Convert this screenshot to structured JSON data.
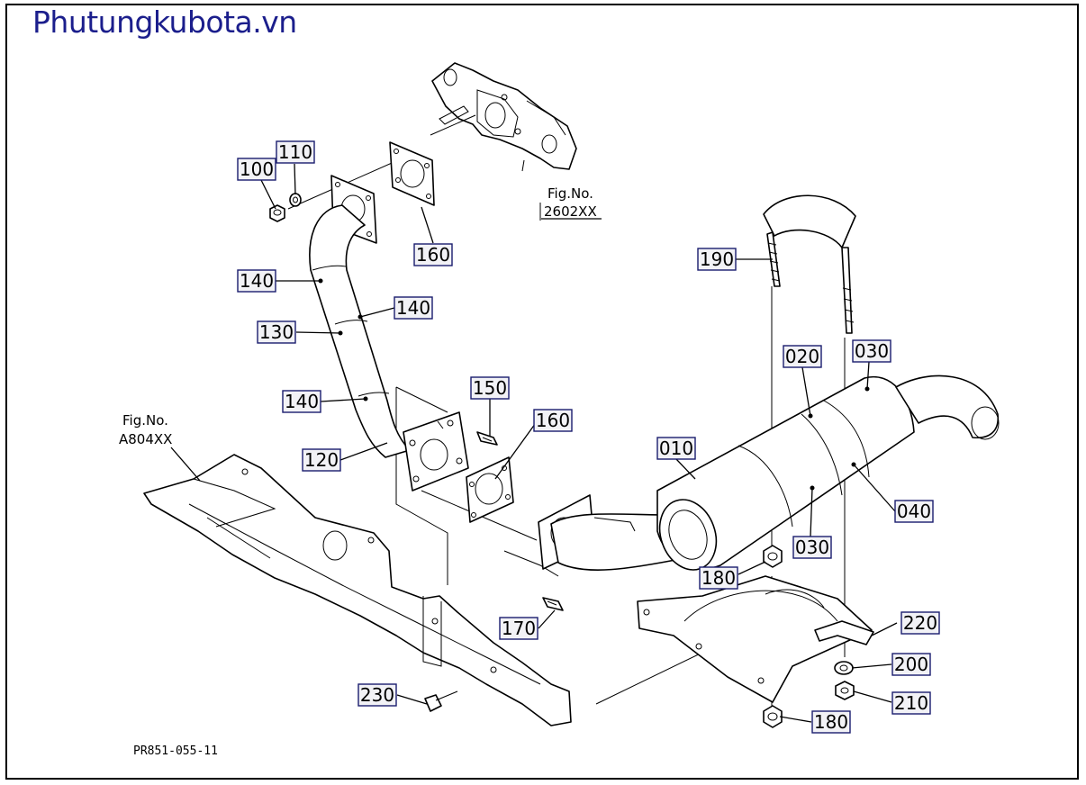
{
  "site": {
    "title": "Phutungkubota.vn"
  },
  "parts": [
    {
      "id": "part-100",
      "label": "100"
    },
    {
      "id": "part-110",
      "label": "110"
    },
    {
      "id": "part-160-top",
      "label": "160"
    },
    {
      "id": "part-140-a",
      "label": "140"
    },
    {
      "id": "part-140-b",
      "label": "140"
    },
    {
      "id": "part-130",
      "label": "130"
    },
    {
      "id": "part-140-c",
      "label": "140"
    },
    {
      "id": "part-150",
      "label": "150"
    },
    {
      "id": "part-160-mid",
      "label": "160"
    },
    {
      "id": "part-120",
      "label": "120"
    },
    {
      "id": "part-190",
      "label": "190"
    },
    {
      "id": "part-020",
      "label": "020"
    },
    {
      "id": "part-030-top",
      "label": "030"
    },
    {
      "id": "part-010",
      "label": "010"
    },
    {
      "id": "part-040",
      "label": "040"
    },
    {
      "id": "part-030-bottom",
      "label": "030"
    },
    {
      "id": "part-180-a",
      "label": "180"
    },
    {
      "id": "part-170",
      "label": "170"
    },
    {
      "id": "part-220",
      "label": "220"
    },
    {
      "id": "part-200",
      "label": "200"
    },
    {
      "id": "part-230",
      "label": "230"
    },
    {
      "id": "part-210",
      "label": "210"
    },
    {
      "id": "part-180-b",
      "label": "180"
    }
  ],
  "figure_refs": {
    "top": {
      "line1": "Fig.No.",
      "line2": "2602XX"
    },
    "left": {
      "line1": "Fig.No.",
      "line2": "A804XX"
    }
  },
  "drawing_code": "PR851-055-11"
}
